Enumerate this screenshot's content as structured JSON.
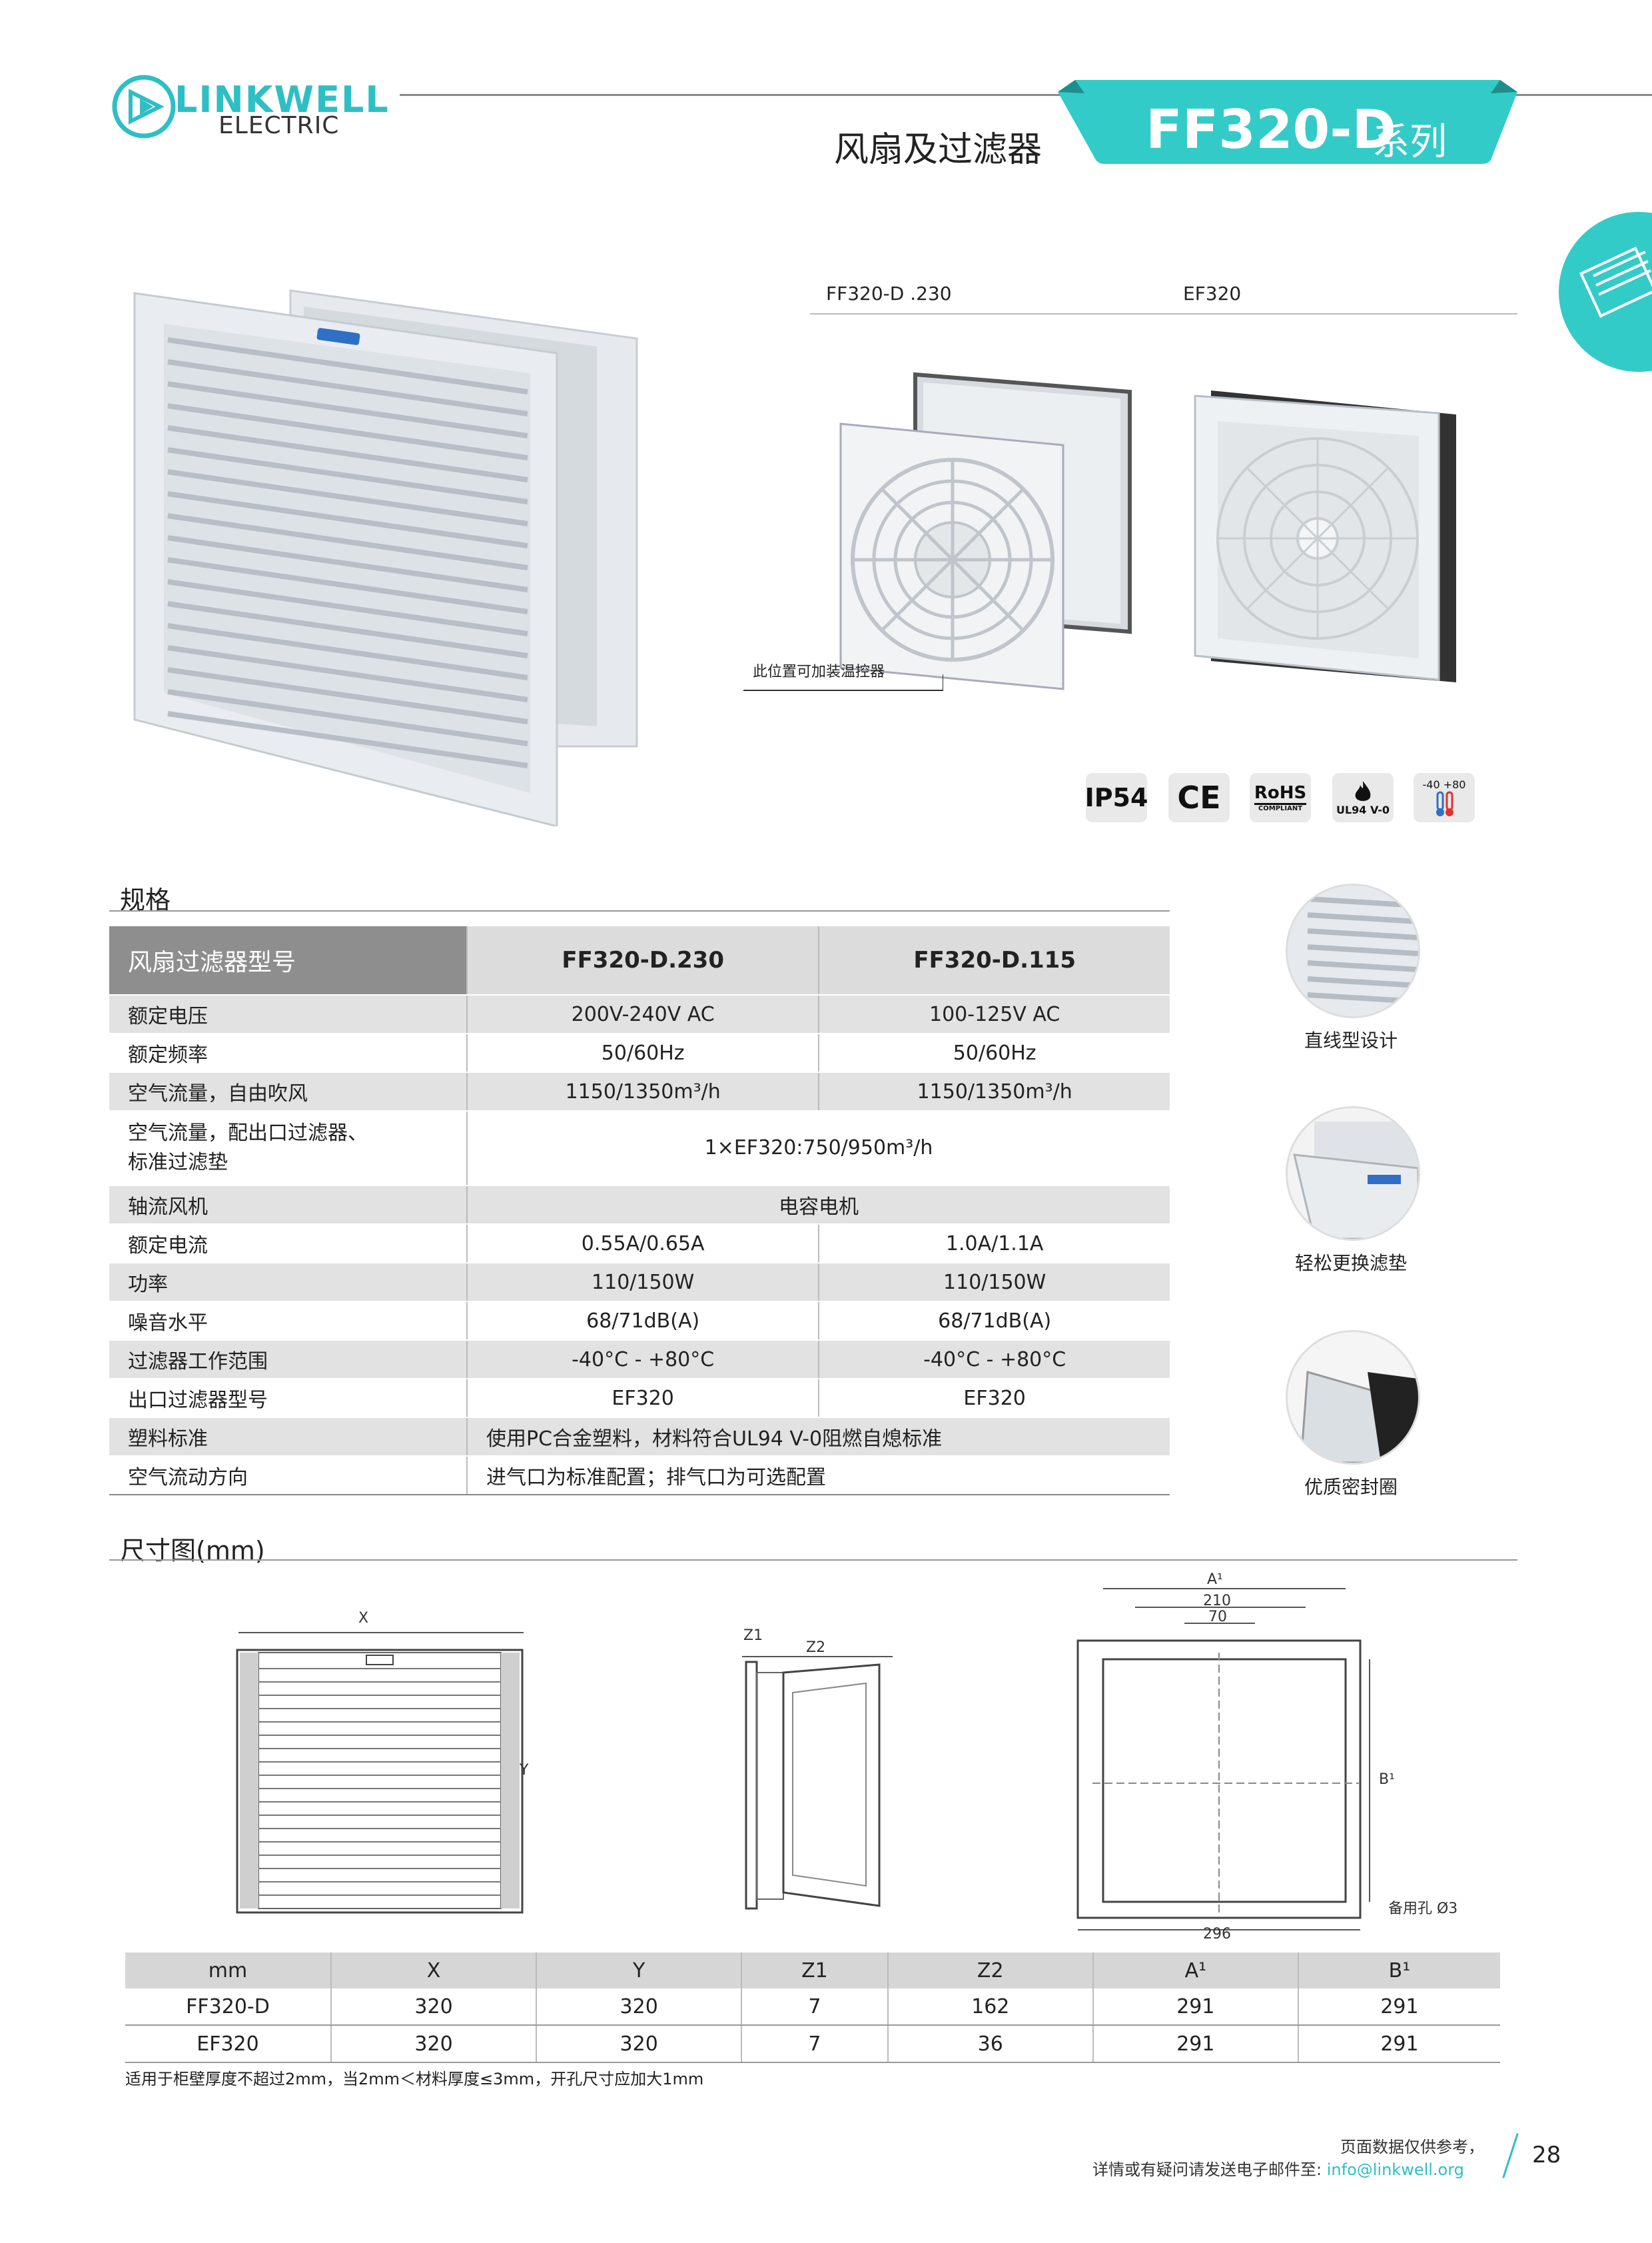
{
  "header": {
    "brand_line1": "LINKWELL",
    "brand_line2": "ELECTRIC",
    "category": "风扇及过滤器",
    "series_model": "FF320-D",
    "series_suffix": "系列",
    "accent_color": "#33cbc8"
  },
  "photos": {
    "label_fan": "FF320-D .230",
    "label_filter": "EF320",
    "callout": "此位置可加装温控器"
  },
  "badges": {
    "ip": "IP54",
    "ce": "CE",
    "rohs_top": "RoHS",
    "rohs_bottom": "COMPLIANT",
    "ul": "UL94 V-0",
    "temp": "-40 +80"
  },
  "spec": {
    "section_title": "规格",
    "header": [
      "风扇过滤器型号",
      "FF320-D.230",
      "FF320-D.115"
    ],
    "rows": [
      {
        "label": "额定电压",
        "a": "200V-240V AC",
        "b": "100-125V AC"
      },
      {
        "label": "额定频率",
        "a": "50/60Hz",
        "b": "50/60Hz"
      },
      {
        "label": "空气流量，自由吹风",
        "a": "1150/1350m³/h",
        "b": "1150/1350m³/h"
      },
      {
        "label_line1": "空气流量，配出口过滤器、",
        "label_line2": "标准过滤垫",
        "merged": "1×EF320:750/950m³/h"
      },
      {
        "label": "轴流风机",
        "merged": "电容电机"
      },
      {
        "label": "额定电流",
        "a": "0.55A/0.65A",
        "b": "1.0A/1.1A"
      },
      {
        "label": "功率",
        "a": "110/150W",
        "b": "110/150W"
      },
      {
        "label": "噪音水平",
        "a": "68/71dB(A)",
        "b": "68/71dB(A)"
      },
      {
        "label": "过滤器工作范围",
        "a": "-40°C - +80°C",
        "b": "-40°C - +80°C"
      },
      {
        "label": "出口过滤器型号",
        "a": "EF320",
        "b": "EF320"
      },
      {
        "label": "塑料标准",
        "merged": "使用PC合金塑料，材料符合UL94 V-0阻燃自熄标准"
      },
      {
        "label": "空气流动方向",
        "merged": "进气口为标准配置；排气口为可选配置"
      }
    ]
  },
  "features": [
    {
      "label": "直线型设计",
      "icon": "louver-closeup"
    },
    {
      "label": "轻松更换滤垫",
      "icon": "filter-change"
    },
    {
      "label": "优质密封圈",
      "icon": "seal-gasket"
    }
  ],
  "dimensions": {
    "section_title": "尺寸图(mm)",
    "drawing_labels": {
      "x": "X",
      "y": "Y",
      "z1": "Z1",
      "z2": "Z2",
      "a1": "A¹",
      "b1": "B¹",
      "d210": "210",
      "d70": "70",
      "d296": "296",
      "spare_hole": "备用孔 Ø3"
    },
    "table_header": [
      "mm",
      "X",
      "Y",
      "Z1",
      "Z2",
      "A¹",
      "B¹"
    ],
    "table_rows": [
      [
        "FF320-D",
        "320",
        "320",
        "7",
        "162",
        "291",
        "291"
      ],
      [
        "EF320",
        "320",
        "320",
        "7",
        "36",
        "291",
        "291"
      ]
    ],
    "note": "适用于柜壁厚度不超过2mm，当2mm＜材料厚度≤3mm，开孔尺寸应加大1mm"
  },
  "footer": {
    "line1": "页面数据仅供参考，",
    "line2": "详情或有疑问请发送电子邮件至:",
    "email": "info@linkwell.org",
    "page_number": "28"
  }
}
